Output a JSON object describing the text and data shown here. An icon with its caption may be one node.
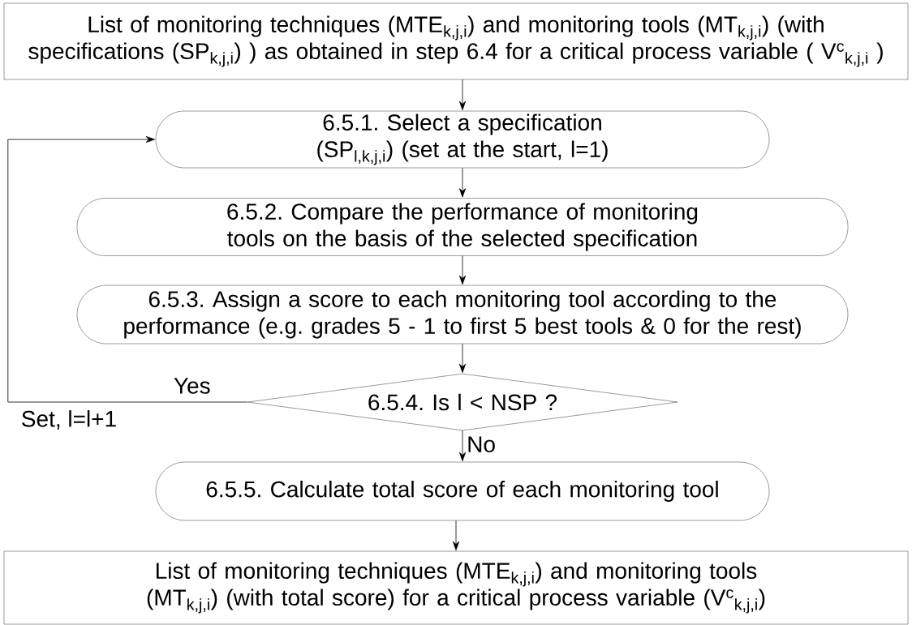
{
  "diagram": {
    "nodes": [
      {
        "text": [
          "List of monitoring techniques (MTE$_{k,j,i}$) and monitoring tools (MT$_{k,j,i}$) (with specifications (SP$_{k,j,i}$) ) as obtained in step 6.4 for a critical process variable ( V$^{c}$$_{k,j,i}$ )"
        ]
      },
      {
        "text": [
          "6.5.1. Select a specification (SP$_{l,k,j,i}$) (set at the start, l=1)"
        ]
      },
      {
        "text": [
          "6.5.2. Compare the performance of monitoring tools on the basis of the selected specification"
        ]
      },
      {
        "text": [
          "6.5.3. Assign a score to each monitoring tool according to the performance (e.g. grades 5 - 1 to first 5 best tools & 0 for the rest)"
        ]
      },
      {
        "text": [
          "6.5.4. Is l < NSP ?"
        ]
      },
      {
        "text": [
          "6.5.5. Calculate total score of each monitoring tool"
        ]
      },
      {
        "text": [
          "List of monitoring techniques (MTE$_{k,j,i}$) and monitoring tools (MT$_{k,j,i}$) (with total score) for a critical process variable (V$^{c}$$_{k,j,i}$)"
        ]
      }
    ],
    "edges": [
      {
        "from": 0,
        "to": 1,
        "arrow": "to"
      },
      {
        "from": 1,
        "to": 2,
        "arrow": "to"
      },
      {
        "from": 2,
        "to": 3,
        "arrow": "to"
      },
      {
        "from": 3,
        "to": 4,
        "arrow": "to"
      },
      {
        "from": 4,
        "to": 1,
        "arrow": "to",
        "label": "Yes"
      },
      {
        "from": 4,
        "to": 5,
        "arrow": "to",
        "label": "No"
      },
      {
        "from": 5,
        "to": 6,
        "arrow": "to"
      }
    ],
    "labels": [
      "Set, l=l+1"
    ]
  }
}
